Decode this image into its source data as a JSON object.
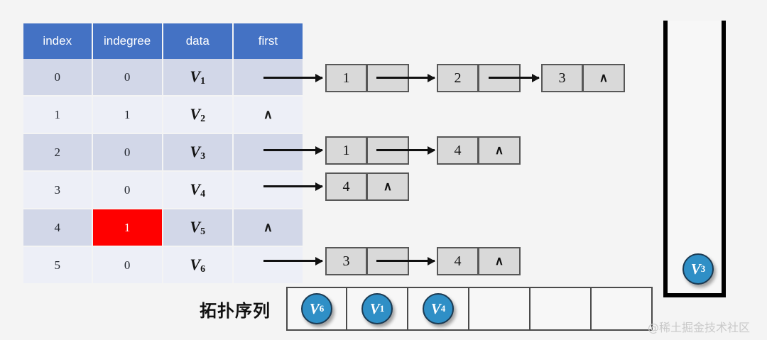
{
  "table": {
    "headers": [
      "index",
      "indegree",
      "data",
      "first"
    ],
    "rows": [
      {
        "index": "0",
        "indegree": "0",
        "data_v": "V",
        "data_sub": "1",
        "first": "",
        "first_is_arrow": true,
        "indegree_highlight": false
      },
      {
        "index": "1",
        "indegree": "1",
        "data_v": "V",
        "data_sub": "2",
        "first": "∧",
        "first_is_arrow": false,
        "indegree_highlight": false
      },
      {
        "index": "2",
        "indegree": "0",
        "data_v": "V",
        "data_sub": "3",
        "first": "",
        "first_is_arrow": true,
        "indegree_highlight": false
      },
      {
        "index": "3",
        "indegree": "0",
        "data_v": "V",
        "data_sub": "4",
        "first": "",
        "first_is_arrow": true,
        "indegree_highlight": false
      },
      {
        "index": "4",
        "indegree": "1",
        "data_v": "V",
        "data_sub": "5",
        "first": "∧",
        "first_is_arrow": false,
        "indegree_highlight": true
      },
      {
        "index": "5",
        "indegree": "0",
        "data_v": "V",
        "data_sub": "6",
        "first": "",
        "first_is_arrow": true,
        "indegree_highlight": false
      }
    ]
  },
  "adjacency_lists": [
    {
      "row": 0,
      "nodes": [
        {
          "value": "1",
          "next": ""
        },
        {
          "value": "2",
          "next": ""
        },
        {
          "value": "3",
          "next": "∧"
        }
      ]
    },
    {
      "row": 2,
      "nodes": [
        {
          "value": "1",
          "next": ""
        },
        {
          "value": "4",
          "next": "∧"
        }
      ]
    },
    {
      "row": 3,
      "nodes": [
        {
          "value": "4",
          "next": "∧"
        }
      ]
    },
    {
      "row": 5,
      "nodes": [
        {
          "value": "3",
          "next": ""
        },
        {
          "value": "4",
          "next": "∧"
        }
      ]
    }
  ],
  "lists": {
    "r0n0v": "1",
    "r0n0n": "",
    "r0n1v": "2",
    "r0n1n": "",
    "r0n2v": "3",
    "r0n2n": "∧",
    "r2n0v": "1",
    "r2n0n": "",
    "r2n1v": "4",
    "r2n1n": "∧",
    "r3n0v": "4",
    "r3n0n": "∧",
    "r5n0v": "3",
    "r5n0n": "",
    "r5n1v": "4",
    "r5n1n": "∧"
  },
  "stack": {
    "items": [
      {
        "v": "V",
        "sub": "3"
      }
    ],
    "item0_v": "V",
    "item0_sub": "3"
  },
  "topological": {
    "label": "拓扑序列",
    "cells": [
      {
        "v": "V",
        "sub": "6",
        "filled": true
      },
      {
        "v": "V",
        "sub": "1",
        "filled": true
      },
      {
        "v": "V",
        "sub": "4",
        "filled": true
      },
      {
        "v": "",
        "sub": "",
        "filled": false
      },
      {
        "v": "",
        "sub": "",
        "filled": false
      },
      {
        "v": "",
        "sub": "",
        "filled": false
      }
    ],
    "c0v": "V",
    "c0s": "6",
    "c1v": "V",
    "c1s": "1",
    "c2v": "V",
    "c2s": "4"
  },
  "watermark": "@稀土掘金技术社区",
  "colors": {
    "header_blue": "#4472C4",
    "row_dark": "#D2D7E8",
    "row_light": "#EDEFF7",
    "highlight_red": "#FF0000",
    "node_gray": "#D9D9D9",
    "circle_blue": "#2F8FC6",
    "background": "#F4F4F4"
  }
}
